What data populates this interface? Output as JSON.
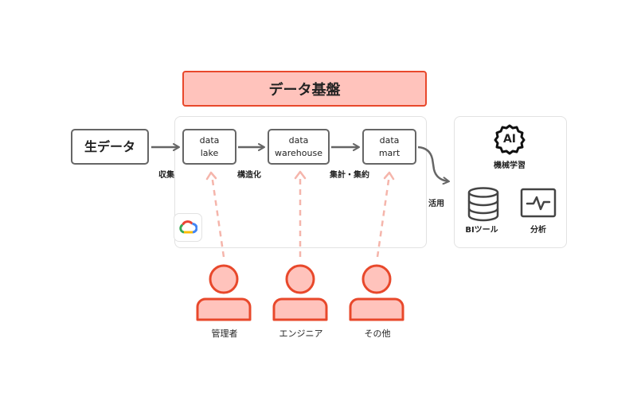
{
  "banner": {
    "label": "データ基盤"
  },
  "nodes": {
    "raw": {
      "label": "生データ"
    },
    "lake": {
      "line1": "data",
      "line2": "lake"
    },
    "warehouse": {
      "line1": "data",
      "line2": "warehouse"
    },
    "mart": {
      "line1": "data",
      "line2": "mart"
    }
  },
  "edges": {
    "collect": "収集",
    "structure": "構造化",
    "aggregate": "集計・集約",
    "use": "活用"
  },
  "usage": {
    "ml_label": "機械学習",
    "ml_icon_text": "AI",
    "bi_label": "BIツール",
    "analysis_label": "分析"
  },
  "actors": [
    {
      "label": "管理者"
    },
    {
      "label": "エンジニア"
    },
    {
      "label": "その他"
    }
  ],
  "icons": {
    "cloud": "google-cloud-icon",
    "database": "database-icon",
    "monitor": "analytics-monitor-icon",
    "person": "person-icon"
  },
  "colors": {
    "accent": "#e8482b",
    "accent_fill": "#ffc3bc",
    "dash": "#f5b5ab",
    "stroke": "#666666"
  }
}
